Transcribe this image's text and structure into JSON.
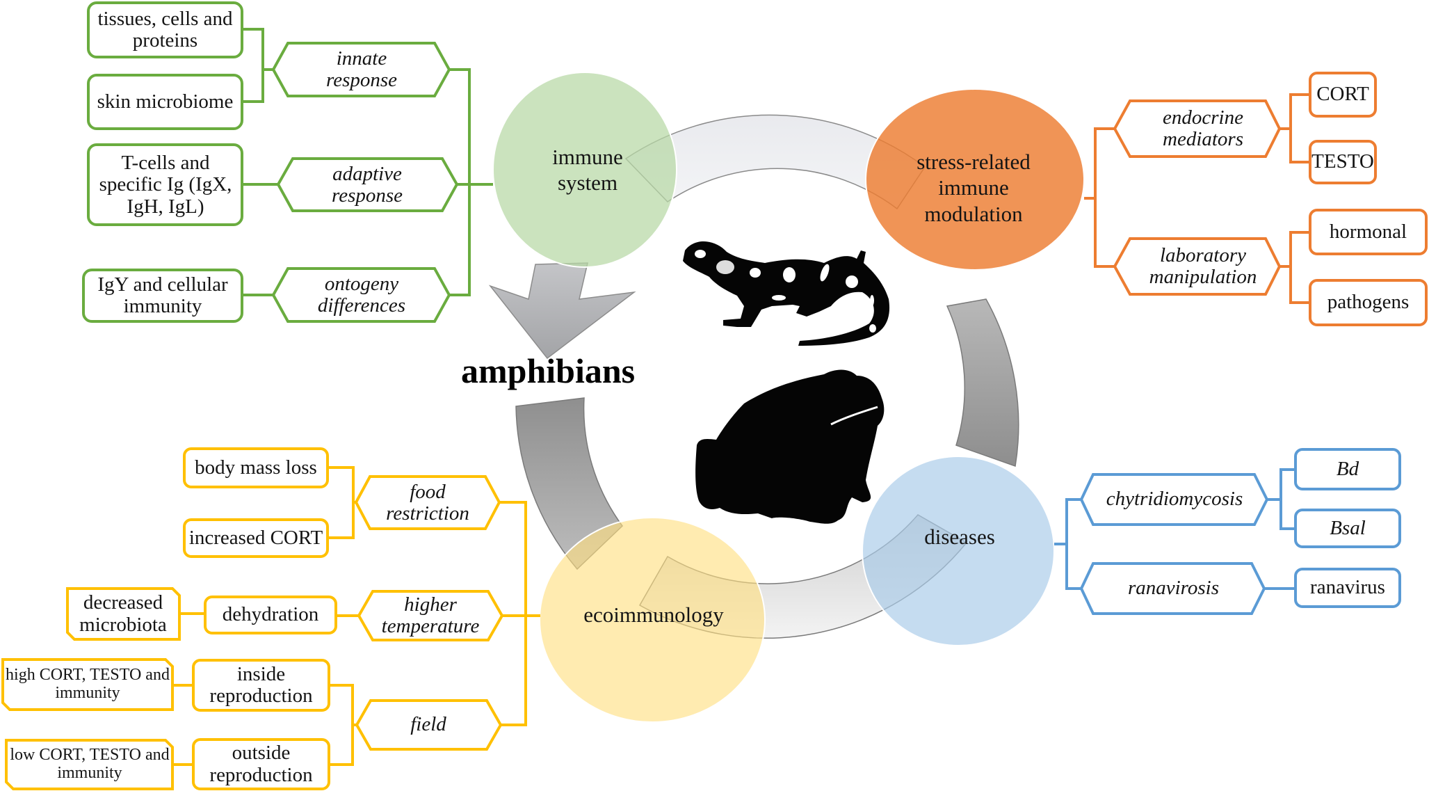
{
  "title": "amphibians",
  "colors": {
    "green": "#6aac3f",
    "green_fill": "#c9e2bb",
    "orange": "#ed7d31",
    "orange_fill": "#f0924f",
    "blue": "#5b9bd5",
    "blue_fill": "#bdd7ee",
    "yellow": "#ffc000",
    "yellow_fill": "#ffe699",
    "ring_gray": "#a6a6a6"
  },
  "center_images": {
    "salamander": "salamander-silhouette",
    "toad": "toad-silhouette"
  },
  "immune_system": {
    "label": "immune system",
    "branches": [
      {
        "label": "innate response",
        "leaves": [
          "tissues, cells and proteins",
          "skin microbiome"
        ]
      },
      {
        "label": "adaptive response",
        "leaves": [
          "T-cells and specific Ig (IgX, IgH, IgL)"
        ]
      },
      {
        "label": "ontogeny differences",
        "leaves": [
          "IgY and cellular immunity"
        ]
      }
    ]
  },
  "stress_related": {
    "label": "stress-related immune modulation",
    "branches": [
      {
        "label": "endocrine mediators",
        "leaves": [
          "CORT",
          "TESTO"
        ]
      },
      {
        "label": "laboratory manipulation",
        "leaves": [
          "hormonal",
          "pathogens"
        ]
      }
    ]
  },
  "diseases": {
    "label": "diseases",
    "branches": [
      {
        "label": "chytridiomycosis",
        "leaves": [
          "Bd",
          "Bsal"
        ]
      },
      {
        "label": "ranavirosis",
        "leaves": [
          "ranavirus"
        ]
      }
    ]
  },
  "ecoimmunology": {
    "label": "ecoimmunology",
    "branches": [
      {
        "label": "food restriction",
        "leaves": [
          "body mass loss",
          "increased CORT"
        ]
      },
      {
        "label": "higher temperature",
        "leaves": [
          "dehydration"
        ],
        "sub_leaves": [
          "decreased microbiota"
        ]
      },
      {
        "label": "field",
        "leaves": [
          "inside reproduction",
          "outside reproduction"
        ],
        "sub_leaves": [
          "high CORT, TESTO and immunity",
          "low CORT, TESTO and immunity"
        ]
      }
    ]
  }
}
